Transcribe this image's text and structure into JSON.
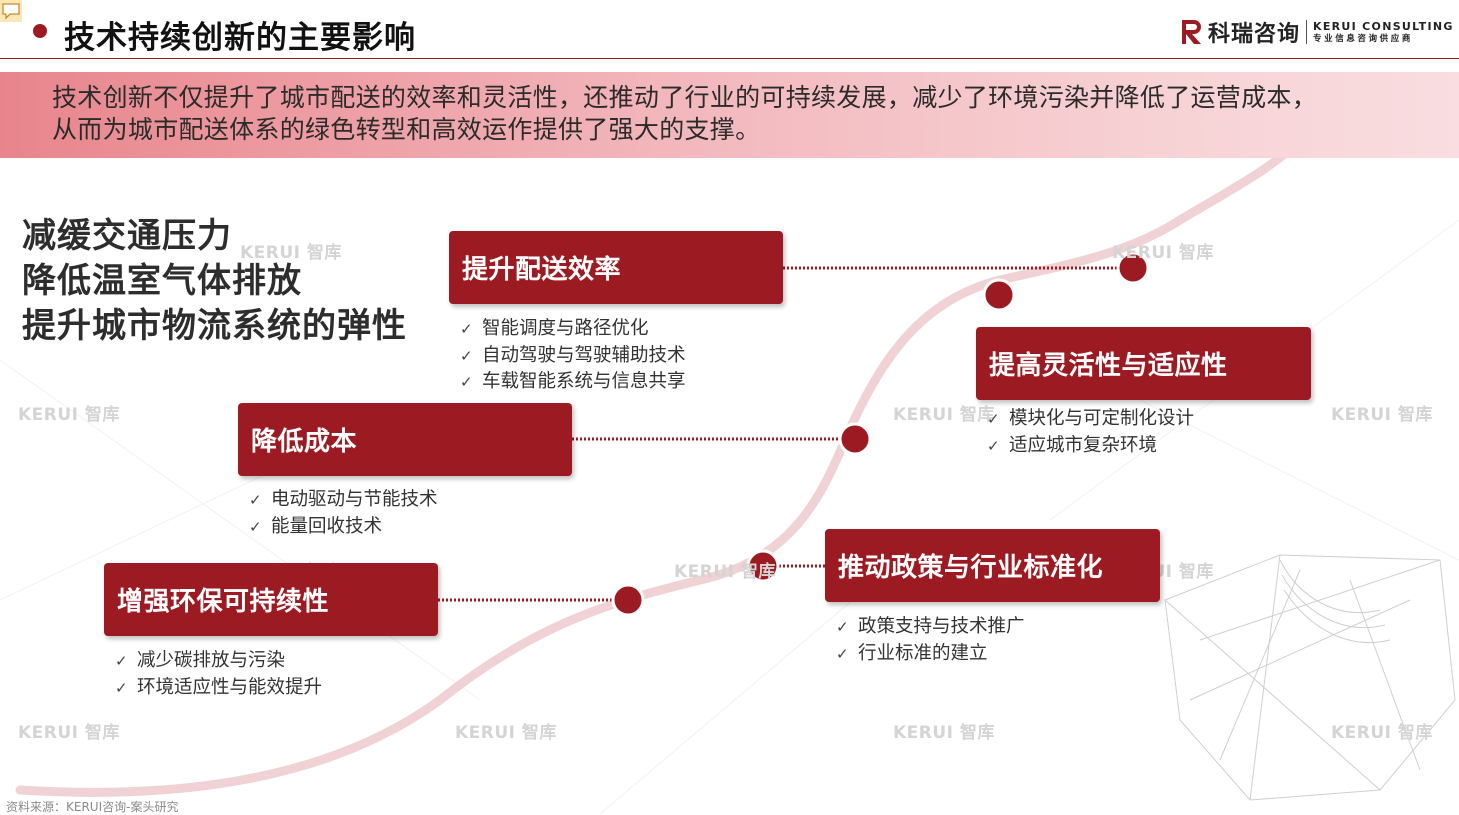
{
  "header": {
    "title": "技术持续创新的主要影响",
    "logo": {
      "name_cn": "科瑞咨询",
      "name_en": "KERUI CONSULTING",
      "tagline": "专业信息咨询供应商"
    }
  },
  "summary": {
    "line1": "技术创新不仅提升了城市配送的效率和灵活性，还推动了行业的可持续发展，减少了环境污染并降低了运营成本，",
    "line2": "从而为城市配送体系的绿色转型和高效运作提供了强大的支撑。"
  },
  "headlines": [
    "减缓交通压力",
    "降低温室气体排放",
    "提升城市物流系统的弹性"
  ],
  "impacts": [
    {
      "title": "增强环保可持续性",
      "bullets": [
        "减少碳排放与污染",
        "环境适应性与能效提升"
      ]
    },
    {
      "title": "降低成本",
      "bullets": [
        "电动驱动与节能技术",
        "能量回收技术"
      ]
    },
    {
      "title": "提升配送效率",
      "bullets": [
        "智能调度与路径优化",
        "自动驾驶与驾驶辅助技术",
        "车载智能系统与信息共享"
      ]
    },
    {
      "title": "推动政策与行业标准化",
      "bullets": [
        "政策支持与技术推广",
        "行业标准的建立"
      ]
    },
    {
      "title": "提高灵活性与适应性",
      "bullets": [
        "模块化与可定制化设计",
        "适应城市复杂环境"
      ]
    }
  ],
  "watermark": "KERUI 智库",
  "source": "资料来源：KERUI咨询-案头研究",
  "colors": {
    "accent": "#9c1b22",
    "curve": "#f2d8da"
  },
  "icons": [
    "comment-icon",
    "logo-r-icon",
    "check-icon"
  ]
}
